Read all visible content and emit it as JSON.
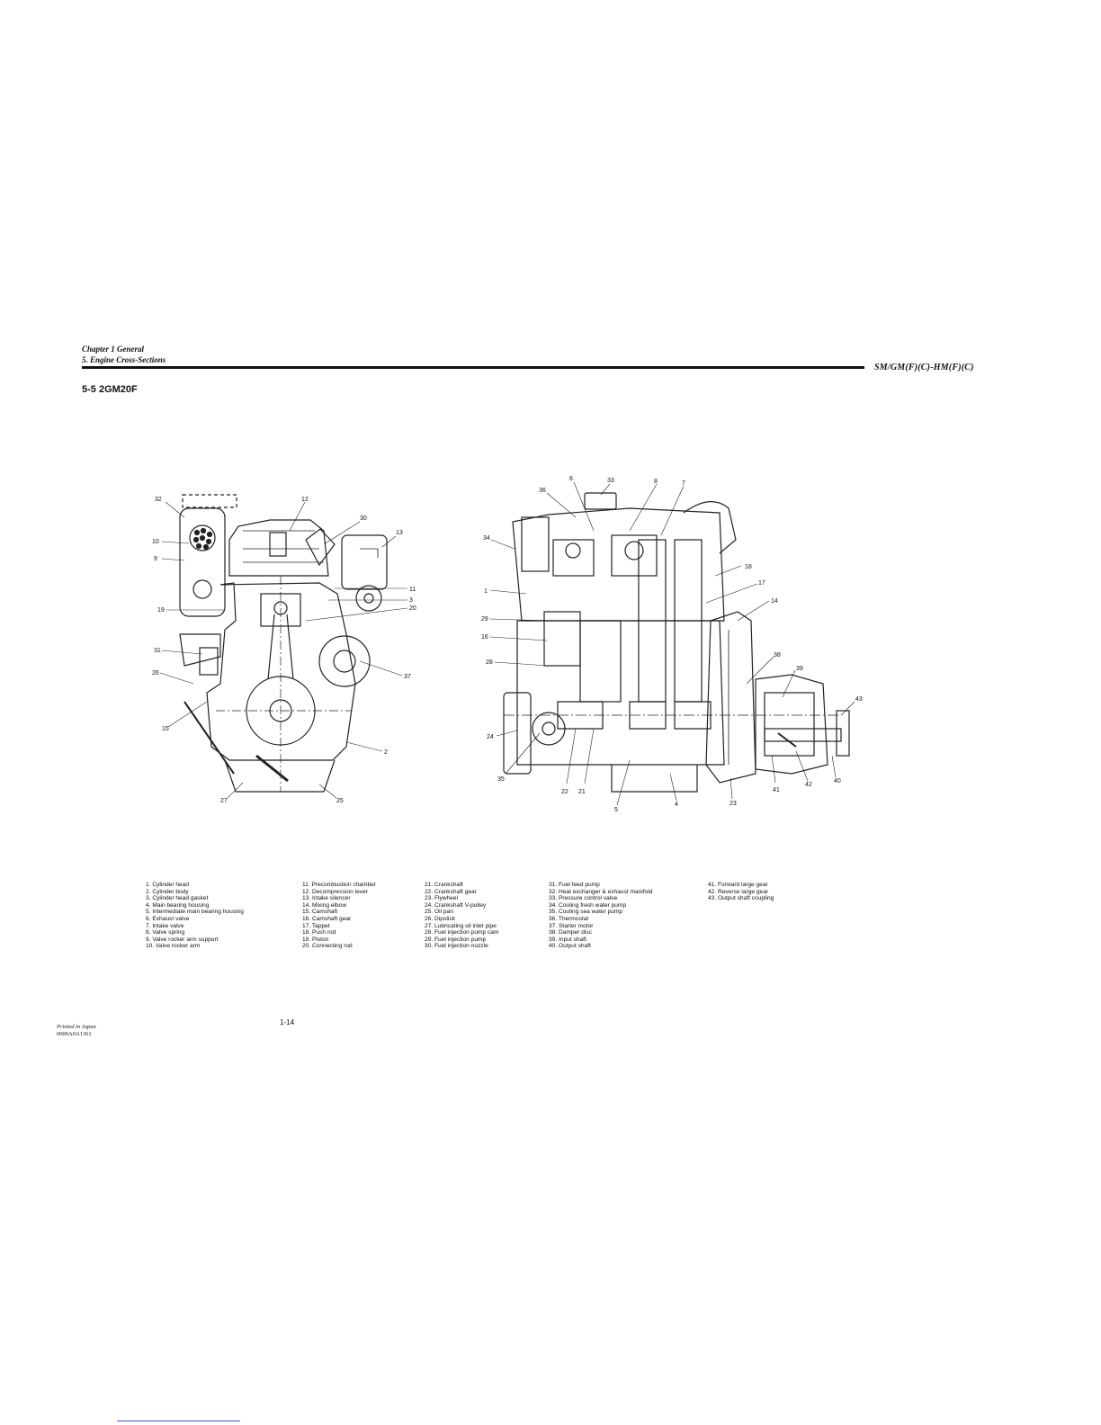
{
  "header": {
    "chapter": "Chapter 1 General",
    "section": "5. Engine Cross-Sections",
    "model": "SM/GM(F)(C)-HM(F)(C)"
  },
  "figure_title": "5-5 2GM20F",
  "callouts": {
    "front": [
      "32",
      "12",
      "30",
      "13",
      "10",
      "9",
      "11",
      "3",
      "20",
      "19",
      "31",
      "37",
      "26",
      "15",
      "2",
      "27",
      "25"
    ],
    "side": [
      "6",
      "33",
      "8",
      "7",
      "36",
      "34",
      "18",
      "17",
      "1",
      "14",
      "29",
      "16",
      "38",
      "28",
      "39",
      "43",
      "24",
      "35",
      "22",
      "21",
      "41",
      "42",
      "40",
      "5",
      "4",
      "23"
    ]
  },
  "legend": {
    "col1": [
      "1. Cylinder head",
      "2. Cylinder body",
      "3. Cylinder head gasket",
      "4. Main bearing housing",
      "5. Intermediate main bearing housing",
      "6. Exhaust valve",
      "7. Intake valve",
      "8. Valve spring",
      "9. Valve rocker arm support",
      "10. Valve rocker arm"
    ],
    "col2": [
      "11. Precombustion chamber",
      "12. Decompression lever",
      "13. Intake silencer",
      "14. Mixing elbow",
      "15. Camshaft",
      "16. Camshaft gear",
      "17. Tappet",
      "18. Push rod",
      "19. Piston",
      "20. Connecting rod"
    ],
    "col3": [
      "21. Crankshaft",
      "22. Crankshaft gear",
      "23. Flywheel",
      "24. Crankshaft V-pulley",
      "25. Oil pan",
      "26. Dipstick",
      "27. Lubricating oil inlet pipe",
      "28. Fuel injection pump cam",
      "29. Fuel injection pump",
      "30. Fuel injection nozzle"
    ],
    "col4": [
      "31. Fuel feed pump",
      "32. Heat exchanger & exhaust manifold",
      "33. Pressure control valve",
      "34. Cooling fresh water pump",
      "35. Cooling sea water pump",
      "36. Thermostat",
      "37. Starter motor",
      "38. Damper disc",
      "39. Input shaft",
      "40. Output shaft"
    ],
    "col5": [
      "41. Forward large gear",
      "42. Reverse large gear",
      "43. Output shaft coupling"
    ]
  },
  "footer": {
    "page": "1-14",
    "printed": "Printed in Japan",
    "code": "0000A0A1361"
  }
}
